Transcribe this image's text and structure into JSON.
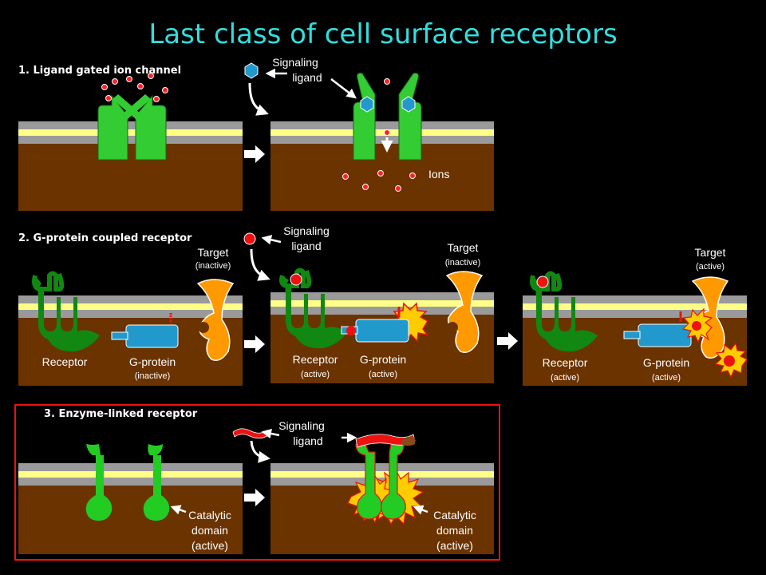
{
  "title": "Last class of cell surface receptors",
  "sections": {
    "ion_channel": {
      "heading": "1. Ligand gated ion channel",
      "ligand_label_1": "Signaling",
      "ligand_label_2": "ligand",
      "ions_label": "Ions"
    },
    "gpcr": {
      "heading": "2. G-protein coupled receptor",
      "ligand_label_1": "Signaling",
      "ligand_label_2": "ligand",
      "panel1": {
        "receptor": "Receptor",
        "gprotein": "G-protein",
        "gprotein_state": "(inactive)",
        "target": "Target",
        "target_state": "(inactive)"
      },
      "panel2": {
        "receptor": "Receptor",
        "receptor_state": "(active)",
        "gprotein": "G-protein",
        "gprotein_state": "(active)",
        "target": "Target",
        "target_state": "(inactive)"
      },
      "panel3": {
        "receptor": "Receptor",
        "receptor_state": "(active)",
        "gprotein": "G-protein",
        "gprotein_state": "(active)",
        "target": "Target",
        "target_state": "(active)"
      }
    },
    "enzyme": {
      "heading": "3. Enzyme-linked receptor",
      "ligand_label_1": "Signaling",
      "ligand_label_2": "ligand",
      "left_domain_1": "Catalytic",
      "left_domain_2": "domain",
      "left_domain_3": "(active)",
      "right_domain_1": "Catalytic",
      "right_domain_2": "domain",
      "right_domain_3": "(active)"
    }
  },
  "colors": {
    "title": "#33dddd",
    "cytoplasm": "#6b3300",
    "membrane_gray": "#9a9a9a",
    "membrane_yellow": "#ffff88",
    "channel_green": "#33cc33",
    "receptor_green": "#118811",
    "gprotein_blue": "#2299cc",
    "target_orange": "#ff9900",
    "ligand_red": "#ee1111",
    "ion_red": "#ff2222",
    "enzyme_frame": "#ee1111"
  }
}
